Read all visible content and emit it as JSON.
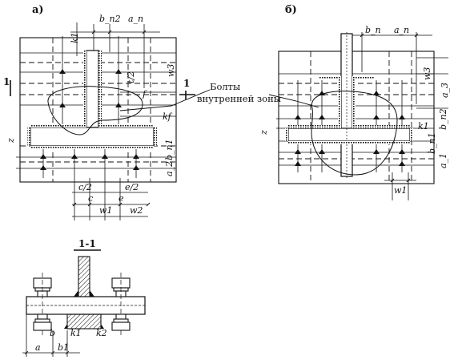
{
  "figure": {
    "panel_a": "a)",
    "panel_b": "б)",
    "section_mark": "1",
    "section_title": "1-1",
    "note": [
      "Болты",
      "внутренней зоны"
    ]
  },
  "dims_a": {
    "k1": "k1",
    "b_n2": "b_n2",
    "a_n": "a_n",
    "w3": "w3",
    "t_half": "t/2",
    "f": "f",
    "kf": "kf",
    "z": "z",
    "b_n1": "b_n1",
    "a_2": "a_2",
    "c_half": "c/2",
    "e_half": "e/2",
    "c": "c",
    "e": "e",
    "w1": "w1",
    "w2": "w2"
  },
  "dims_b": {
    "b_n": "b_n",
    "a_n": "a_n",
    "w3": "w3",
    "a_3": "a_3",
    "z": "z",
    "k1": "k1",
    "b_n2": "b_n2",
    "b_n1": "b_n1",
    "a_1": "a_1",
    "w1": "w1"
  },
  "dims_section": {
    "a": "a",
    "b1": "b1",
    "b": "b",
    "k1": "k1",
    "k2": "k2"
  }
}
